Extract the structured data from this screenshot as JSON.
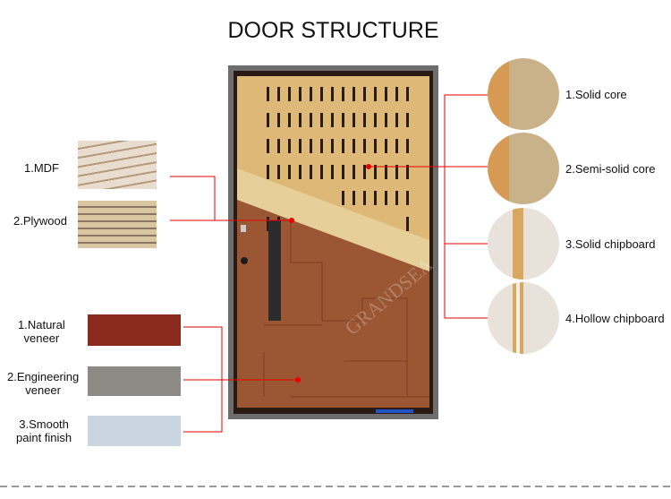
{
  "title": "DOOR STRUCTURE",
  "watermark": "GRANDSEA",
  "colors": {
    "line": "#e60000",
    "veneer_natural": "#8a2a1c",
    "veneer_engineering": "#8d8a85",
    "paint_finish": "#c9d6e2",
    "door_wood": "#9b5634",
    "core_wood": "#ddb877"
  },
  "left_materials": [
    {
      "label": "1.MDF"
    },
    {
      "label": "2.Plywood"
    }
  ],
  "finishes": [
    {
      "label_line1": "1.Natural",
      "label_line2": "veneer"
    },
    {
      "label_line1": "2.Engineering",
      "label_line2": "veneer"
    },
    {
      "label_line1": "3.Smooth",
      "label_line2": "paint finish"
    }
  ],
  "cores": [
    {
      "label": "1.Solid core"
    },
    {
      "label": "2.Semi-solid core"
    },
    {
      "label": "3.Solid chipboard"
    },
    {
      "label": "4.Hollow chipboard"
    }
  ]
}
